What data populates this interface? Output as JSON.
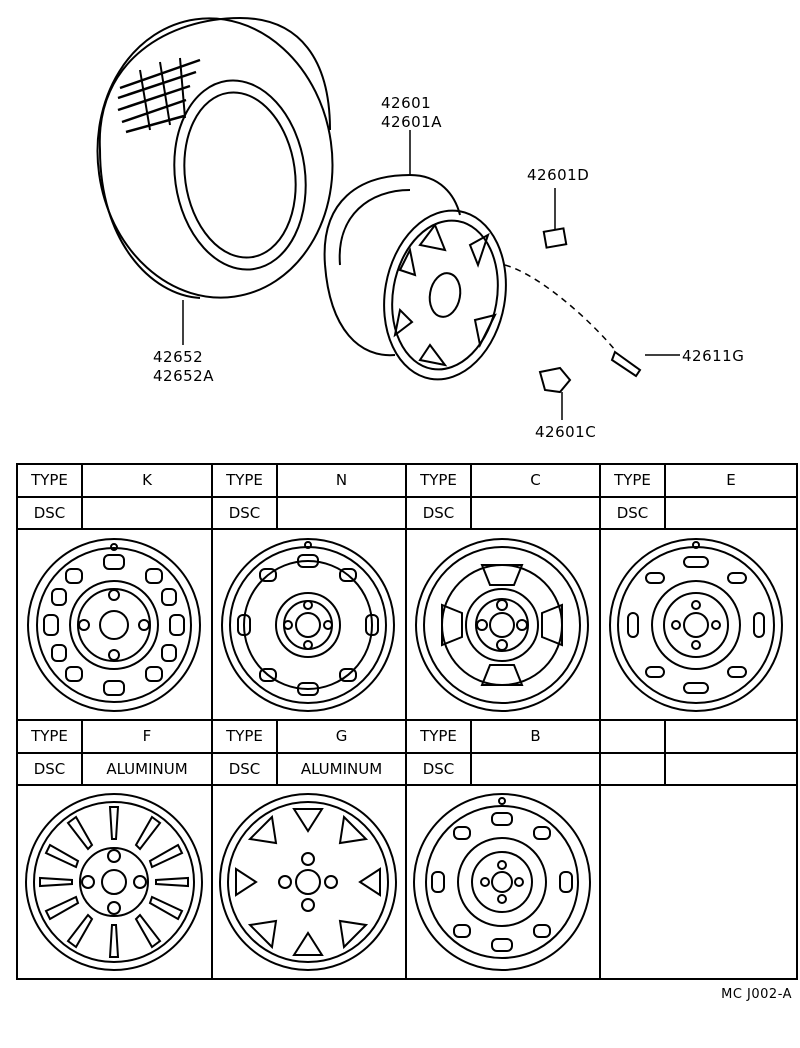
{
  "parts": {
    "tire_1": "42652",
    "tire_2": "42652A",
    "wheel_1": "42601",
    "wheel_2": "42601A",
    "wheel_weight": "42601D",
    "valve": "42611G",
    "nut": "42601C"
  },
  "table": {
    "type_label": "TYPE",
    "dsc_label": "DSC",
    "row1": [
      {
        "type": "K",
        "dsc": ""
      },
      {
        "type": "N",
        "dsc": ""
      },
      {
        "type": "C",
        "dsc": ""
      },
      {
        "type": "E",
        "dsc": ""
      }
    ],
    "row2": [
      {
        "type": "F",
        "dsc": "ALUMINUM"
      },
      {
        "type": "G",
        "dsc": "ALUMINUM"
      },
      {
        "type": "B",
        "dsc": ""
      }
    ]
  },
  "footer": "MC  J002-A"
}
